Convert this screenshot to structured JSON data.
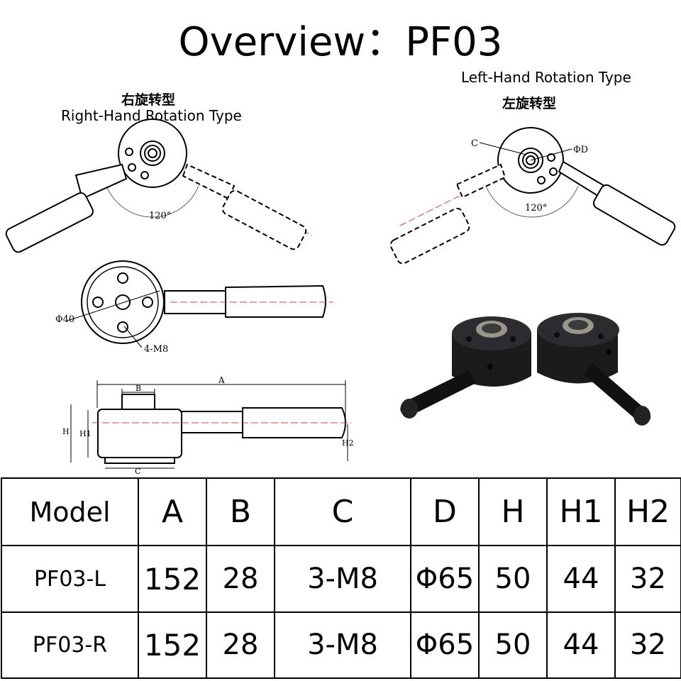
{
  "title": "Overview：PF03",
  "diagram_right": {
    "label_cn": "右旋转型",
    "label_en": "Right-Hand Rotation Type",
    "angle_label": "120°"
  },
  "diagram_left": {
    "label_en": "Left-Hand Rotation Type",
    "label_cn": "左旋转型",
    "angle_label": "120°",
    "callout_c": "C",
    "callout_d": "ΦD"
  },
  "top_view": {
    "diameter_label": "Φ40",
    "holes_label": "4-M8"
  },
  "side_view": {
    "label_a": "A",
    "label_b": "B",
    "label_c": "C",
    "label_h": "H",
    "label_h1": "H1",
    "label_h2": "H2"
  },
  "table": {
    "headers": [
      "Model",
      "A",
      "B",
      "C",
      "D",
      "H",
      "H1",
      "H2"
    ],
    "rows": [
      [
        "PF03-L",
        "152",
        "28",
        "3-M8",
        "Φ65",
        "50",
        "44",
        "32"
      ],
      [
        "PF03-R",
        "152",
        "28",
        "3-M8",
        "Φ65",
        "50",
        "44",
        "32"
      ]
    ]
  }
}
